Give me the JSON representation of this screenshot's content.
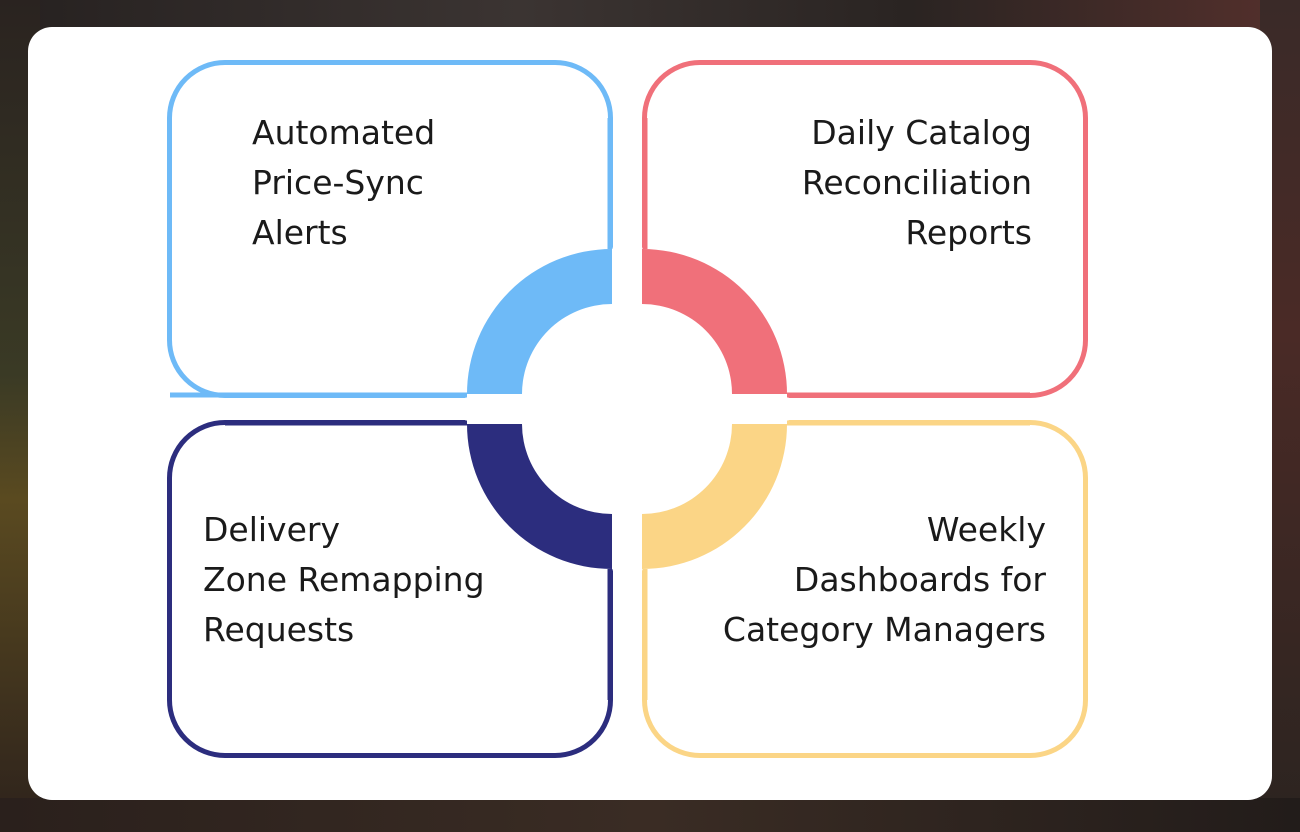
{
  "colors": {
    "blue": "#6ebaf7",
    "red": "#f0707a",
    "navy": "#2c2d7e",
    "yellow": "#fbd586"
  },
  "items": [
    {
      "position": "top-left",
      "color": "blue",
      "lines": [
        "Automated",
        "Price-Sync",
        "Alerts"
      ]
    },
    {
      "position": "top-right",
      "color": "red",
      "lines": [
        "Daily Catalog",
        "Reconciliation",
        "Reports"
      ]
    },
    {
      "position": "bottom-left",
      "color": "navy",
      "lines": [
        "Delivery",
        "Zone Remapping",
        "Requests"
      ]
    },
    {
      "position": "bottom-right",
      "color": "yellow",
      "lines": [
        "Weekly",
        "Dashboards for",
        "Category Managers"
      ]
    }
  ]
}
